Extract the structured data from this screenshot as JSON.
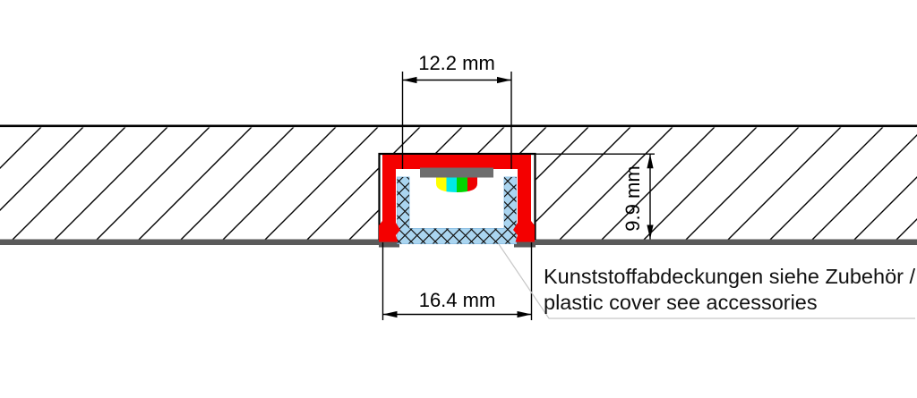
{
  "drawing": {
    "dimensions": {
      "slot_width_top": "12.2 mm",
      "profile_width_bottom": "16.4 mm",
      "recess_depth": "9.9 mm"
    },
    "note": {
      "line1": "Kunststoffabdeckungen siehe Zubehör /",
      "line2": "plastic cover see accessories"
    },
    "colors": {
      "profile_red": "#f40000",
      "plastic_cover_blue": "#aad5f0",
      "pcb_gray": "#6e6e6e",
      "surface_gray": "#5a5a5a",
      "led_yellow": "#ffff00",
      "led_cyan": "#00e8e8",
      "led_green": "#00d500",
      "led_red": "#ee0000",
      "line_black": "#000000",
      "leader_gray": "#c8c8c8"
    }
  }
}
